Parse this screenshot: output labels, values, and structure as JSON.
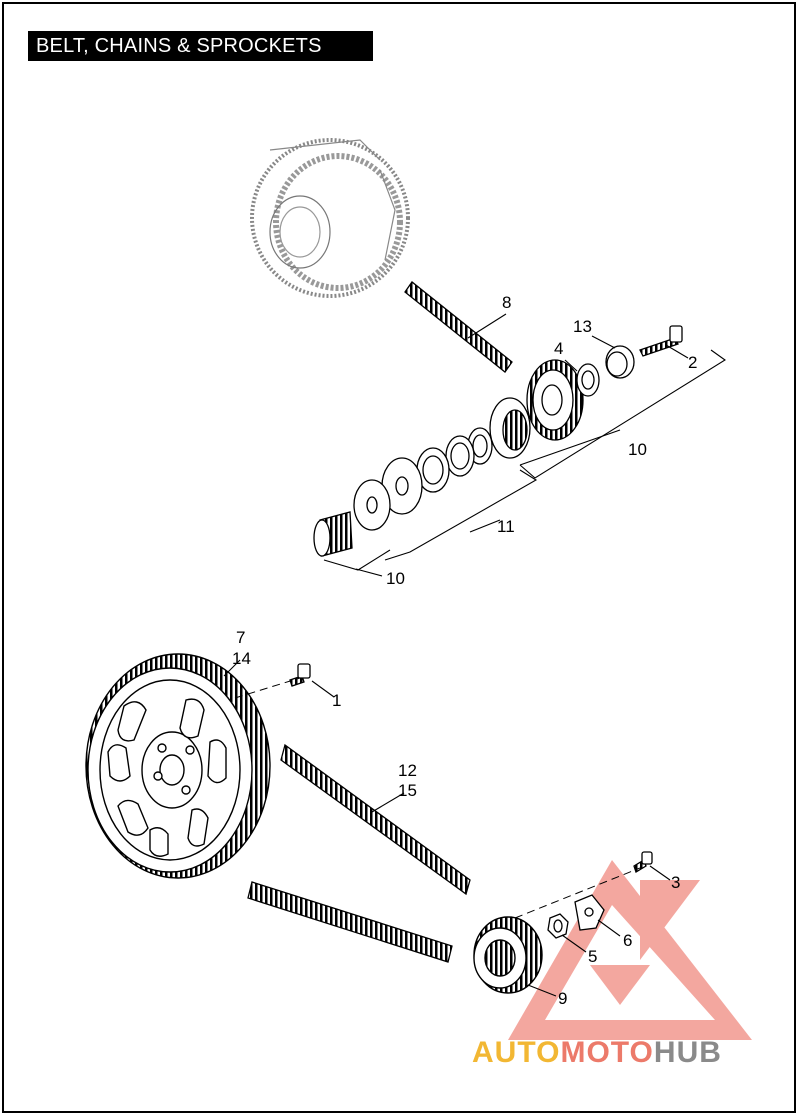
{
  "title": "BELT, CHAINS & SPROCKETS",
  "callouts": {
    "c1": "1",
    "c2": "2",
    "c3": "3",
    "c4": "4",
    "c5": "5",
    "c6": "6",
    "c7": "7",
    "c8": "8",
    "c9": "9",
    "c10a": "10",
    "c10b": "10",
    "c11": "11",
    "c12": "12",
    "c13": "13",
    "c14": "14",
    "c15": "15"
  },
  "watermark": {
    "part1": "AUTO",
    "part2": "MOTO",
    "part3": "HUB",
    "colors": {
      "auto": "#f2b733",
      "moto": "#ec7a6a",
      "hub": "#8a8a8a",
      "logo": "#f08a80"
    }
  }
}
